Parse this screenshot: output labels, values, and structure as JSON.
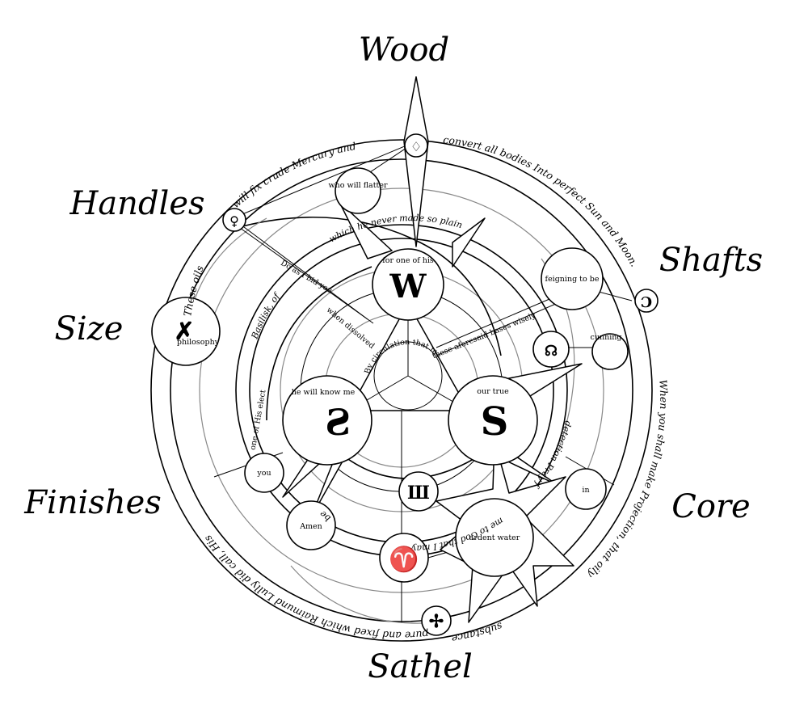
{
  "labels": {
    "top": "Wood",
    "upper_left": "Handles",
    "left": "Size",
    "lower_left": "Finishes",
    "bottom": "Sathel",
    "lower_right": "Core",
    "upper_right": "Shafts"
  },
  "outer_ring": {
    "top_right": "convert all bodies Into perfect Sun and Moon.",
    "right": "When you shall make Projection, that oily",
    "bottom_right": "substance",
    "bottom_left": "pure and fixed which Raimund Lully did call, His",
    "left": "These oils",
    "top_left": "will fix crude Mercury and"
  },
  "inner_ring": {
    "top": "which he never made so plain",
    "left": "Basilisk, of",
    "right": "detection Pray fo",
    "bottom": "me to God that I may",
    "lower_left": "be"
  },
  "node_texts": {
    "flatter": "who will flatter",
    "feigning": "feigning to be",
    "cunning": "cunning",
    "philosophy": "philosophy",
    "as_I_bid": "Do as I bid you",
    "dissolve": "when dissolved",
    "aforesaid": "these aforesaid bases wisely",
    "elect": "one of His elect",
    "you": "you",
    "amen": "Amen",
    "in": "in",
    "ardent": "ardent water",
    "for_one": "for one of his",
    "know_me": "he will know me",
    "our_true": "our true",
    "center": "By circulation that must be done"
  },
  "glyphs": {
    "w_top": "W",
    "s_right": "S",
    "two_left": "Ƨ",
    "w_small": "Ш",
    "aries": "♈",
    "cross": "✢",
    "size_sym": "✗",
    "shafts_sym": "Ɔ",
    "handles_sym": "♀",
    "wood_sym": "♢",
    "cunning_sym": "☊"
  }
}
